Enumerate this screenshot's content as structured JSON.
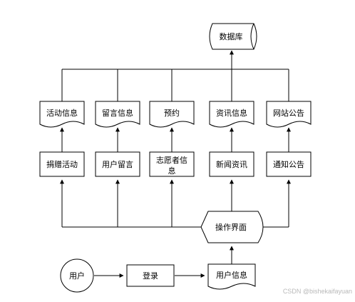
{
  "diagram": {
    "database": {
      "label": "数据库"
    },
    "documents": [
      {
        "key": "activity_info",
        "label": "活动信息"
      },
      {
        "key": "message_info",
        "label": "留言信息"
      },
      {
        "key": "reservation",
        "label": "预约"
      },
      {
        "key": "news_info",
        "label": "资讯信息"
      },
      {
        "key": "site_notice",
        "label": "网站公告"
      }
    ],
    "processes": [
      {
        "key": "donation_activity",
        "label": "捐赠活动"
      },
      {
        "key": "user_message",
        "label": "用户留言"
      },
      {
        "key": "volunteer_info",
        "label": "志愿者信息",
        "label_lines": [
          "志愿者信",
          "息"
        ]
      },
      {
        "key": "news",
        "label": "新闻资讯"
      },
      {
        "key": "notice",
        "label": "通知公告"
      }
    ],
    "interface": {
      "label": "操作界面"
    },
    "user": {
      "label": "用户"
    },
    "login": {
      "label": "登录"
    },
    "user_info": {
      "label": "用户信息"
    }
  },
  "watermark": {
    "text": "CSDN @bishekaifayuan"
  }
}
